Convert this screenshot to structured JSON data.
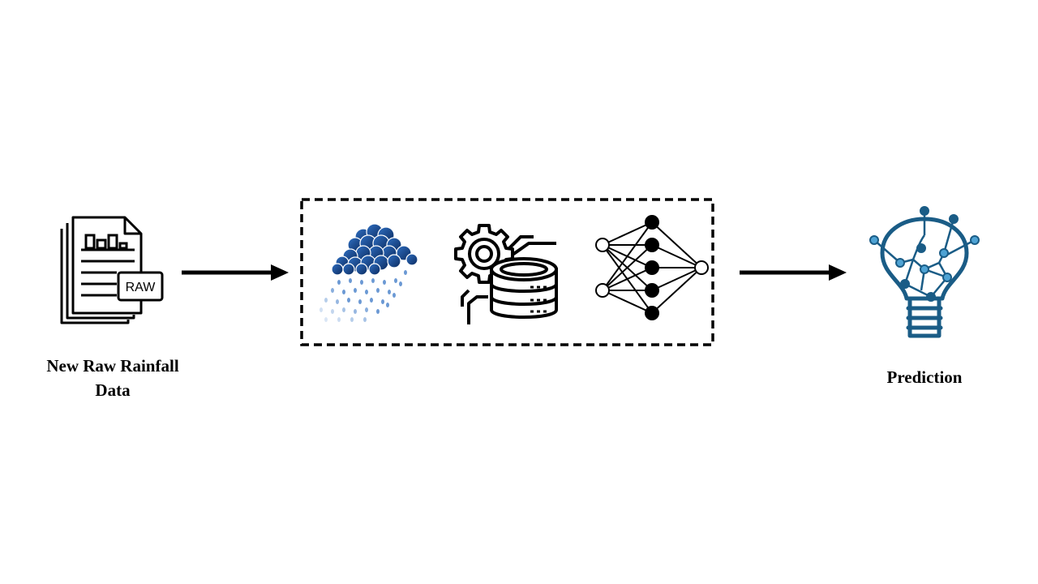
{
  "diagram": {
    "input": {
      "label_line1": "New Raw Rainfall",
      "label_line2": "Data",
      "badge_text": "RAW",
      "icon": "raw-data-document-icon"
    },
    "process": {
      "steps": [
        {
          "icon": "rain-cloud-icon"
        },
        {
          "icon": "database-gear-icon"
        },
        {
          "icon": "neural-network-icon"
        }
      ]
    },
    "output": {
      "label": "Prediction",
      "icon": "lightbulb-network-icon"
    },
    "colors": {
      "lines": "#000000",
      "cloud_dark": "#0d2f6b",
      "cloud_mid": "#1f57a8",
      "rain": "#5b8fd0",
      "bulb": "#1a5c86",
      "bulb_nodes": "#4fa3d4"
    }
  }
}
